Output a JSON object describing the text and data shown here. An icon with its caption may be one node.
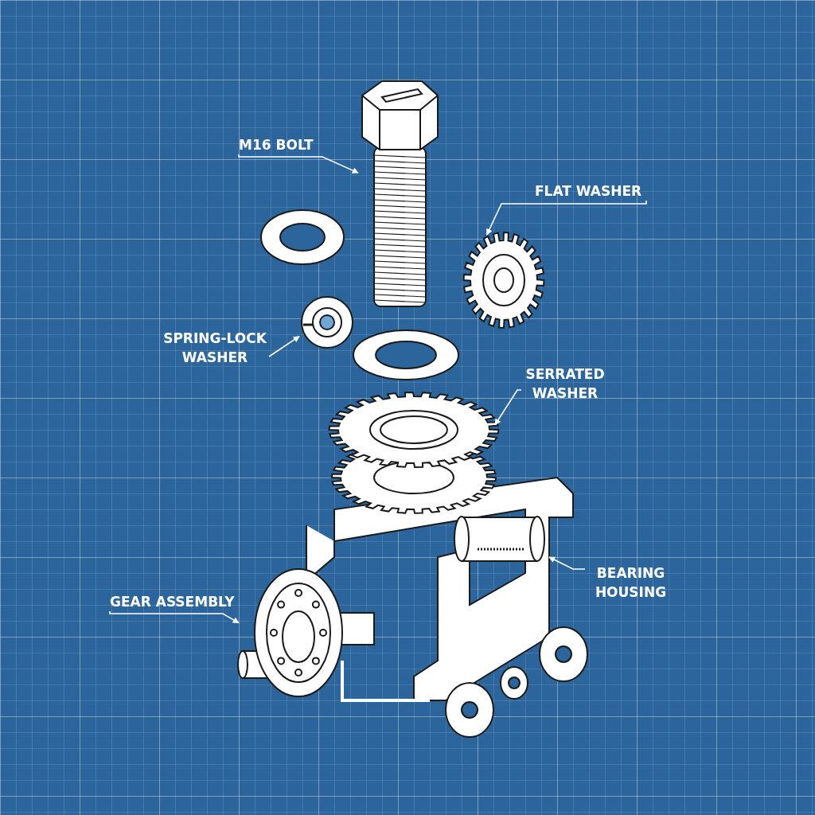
{
  "diagram": {
    "nodes": [
      {
        "text": [
          "M16 BOLT"
        ]
      },
      {
        "text": [
          "FLAT WASHER"
        ]
      },
      {
        "text": [
          "SPRING-LOCK WASHER"
        ]
      },
      {
        "text": [
          "SERRATED WASHER"
        ]
      },
      {
        "text": [
          "BEARING HOUSING"
        ]
      },
      {
        "text": [
          "GEAR ASSEMBLY"
        ]
      },
      {
        "text": [],
        "shape": "picture"
      },
      {
        "text": [],
        "shape": "picture"
      },
      {
        "text": [],
        "shape": "picture"
      },
      {
        "text": [],
        "shape": "picture"
      },
      {
        "text": [],
        "shape": "picture"
      },
      {
        "text": [],
        "shape": "picture"
      }
    ],
    "edges": [
      {
        "from": 0,
        "to": 6,
        "arrow": "to"
      },
      {
        "from": 1,
        "to": 7,
        "arrow": "to"
      },
      {
        "from": 2,
        "to": 8,
        "arrow": "to"
      },
      {
        "from": 3,
        "to": 9,
        "arrow": "to"
      },
      {
        "from": 4,
        "to": 10,
        "arrow": "to"
      },
      {
        "from": 5,
        "to": 11,
        "arrow": "to"
      }
    ]
  }
}
